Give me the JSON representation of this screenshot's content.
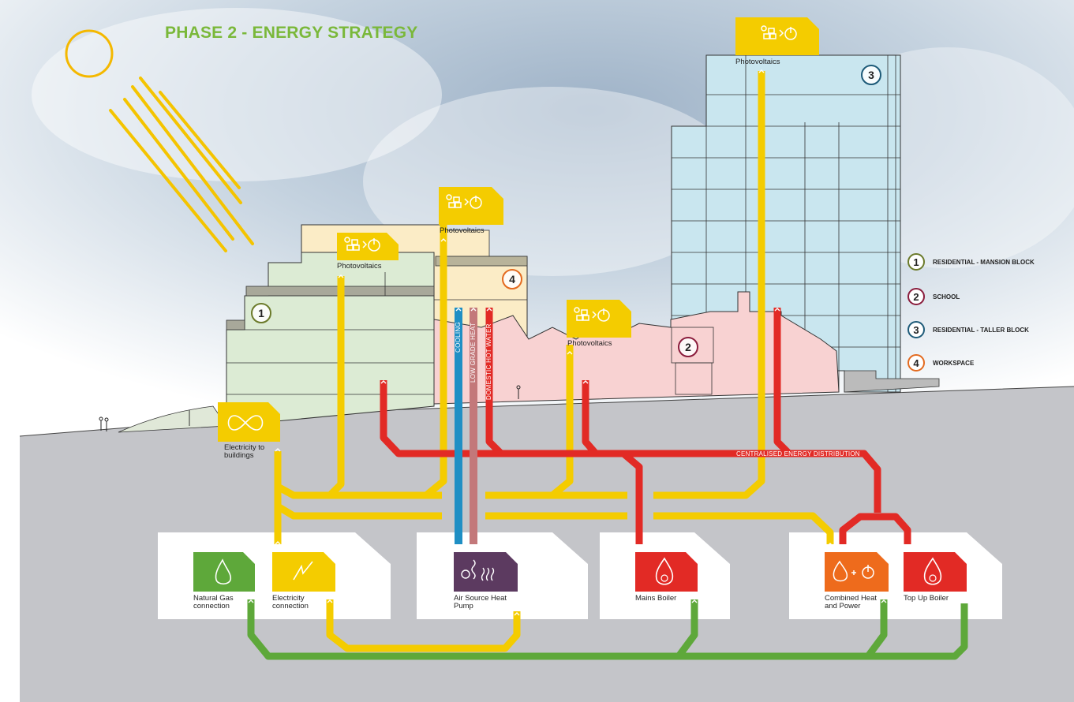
{
  "title": "PHASE 2 - ENERGY STRATEGY",
  "legend": [
    {
      "num": "1",
      "label": "RESIDENTIAL - MANSION BLOCK",
      "color": "#6b7a2a"
    },
    {
      "num": "2",
      "label": "SCHOOL",
      "color": "#8a1c3c"
    },
    {
      "num": "3",
      "label": "RESIDENTIAL - TALLER BLOCK",
      "color": "#1d5a78"
    },
    {
      "num": "4",
      "label": "WORKSPACE",
      "color": "#e36a1f"
    }
  ],
  "buildings": {
    "b1": "1",
    "b2": "2",
    "b3": "3",
    "b4": "4"
  },
  "pv": {
    "label": "Photovoltaics",
    "icon": "solar-panel-to-power-icon"
  },
  "pipes": {
    "cooling": "COOLING",
    "low_grade_heat": "LOW GRADE HEAT",
    "domestic_hot_water": "DOMESTIC HOT WATER",
    "distribution": "CENTRALISED ENERGY DISTRIBUTION"
  },
  "electricity_to_buildings": "Electricity to\nbuildings",
  "plant": {
    "natural_gas": "Natural Gas\nconnection",
    "electricity": "Electricity\nconnection",
    "ashp": "Air Source Heat\nPump",
    "mains_boiler": "Mains Boiler",
    "chp": "Combined Heat\nand Power",
    "top_up_boiler": "Top Up Boiler"
  },
  "colors": {
    "gas": "#5ea83a",
    "electric": "#f4cc00",
    "heat": "#e22a25",
    "cooling": "#1f8fc4",
    "low_grade_heat": "#c3787a",
    "ashp": "#5c3a60",
    "chp": "#ee6b1c",
    "ground": "#c4c5c9",
    "title": "#7ab83a"
  }
}
